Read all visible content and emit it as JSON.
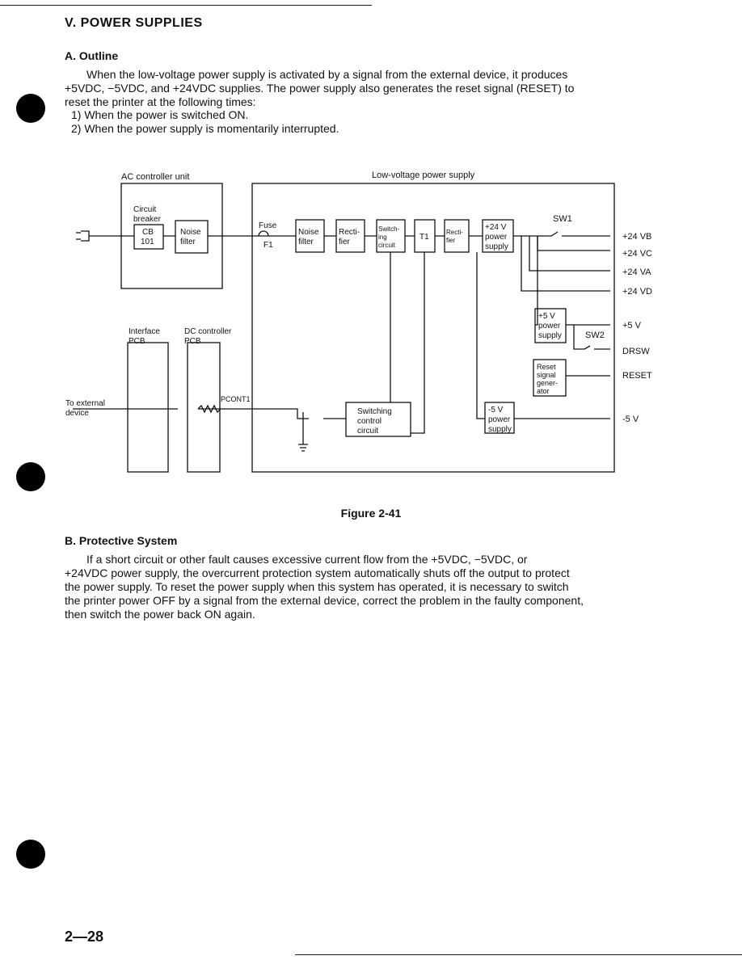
{
  "section_title": "V.   POWER SUPPLIES",
  "outline": {
    "heading": "A.  Outline",
    "lines": [
      "When the low-voltage power supply is activated by a signal from the external device, it produces",
      "+5VDC, −5VDC, and +24VDC supplies. The power supply also generates the reset signal (RESET) to",
      "reset the printer at the following times:"
    ],
    "items": [
      "1) When the power is switched ON.",
      "2) When the power supply is momentarily interrupted."
    ]
  },
  "figure": {
    "caption": "Figure 2-41",
    "labels": {
      "ac_unit": "AC controller unit",
      "lv_supply": "Low-voltage power supply",
      "circuit_breaker_1": "Circuit",
      "circuit_breaker_2": "breaker",
      "cb_1": "CB",
      "cb_2": "101",
      "noise_filter_ac_1": "Noise",
      "noise_filter_ac_2": "filter",
      "fuse": "Fuse",
      "f1": "F1",
      "noise_filter_1": "Noise",
      "noise_filter_2": "filter",
      "rectifier1_1": "Recti-",
      "rectifier1_2": "fier",
      "switching_1": "Switch-",
      "switching_2": "ing",
      "switching_3": "circuit",
      "t1": "T1",
      "rectifier2_1": "Recti-",
      "rectifier2_2": "fier",
      "p24_1": "+24 V",
      "p24_2": "power",
      "p24_3": "supply",
      "sw1": "SW1",
      "out_vb": "+24 VB",
      "out_vc": "+24 VC",
      "out_va": "+24 VA",
      "out_vd": "+24 VD",
      "p5_1": "+5 V",
      "p5_2": "power",
      "p5_3": "supply",
      "out_5v": "+5 V",
      "sw2": "SW2",
      "out_drsw": "DRSW",
      "reset_1": "Reset",
      "reset_2": "signal",
      "reset_3": "gener-",
      "reset_4": "ator",
      "out_reset": "RESET",
      "m5_1": "-5 V",
      "m5_2": "power",
      "m5_3": "supply",
      "out_m5v": "-5 V",
      "interface_1": "Interface",
      "interface_2": "PCB",
      "dc_1": "DC controller",
      "dc_2": "PCB",
      "pcont": "PCONT1",
      "ext_1": "To external",
      "ext_2": "device",
      "swctl_1": "Switching",
      "swctl_2": "control",
      "swctl_3": "circuit"
    }
  },
  "protective": {
    "heading": "B.  Protective System",
    "lines": [
      "If a short circuit or other fault causes excessive current flow from the +5VDC, −5VDC, or",
      "+24VDC power supply, the overcurrent protection system automatically shuts off the output to protect",
      "the power supply. To reset the power supply when this system has operated, it is necessary to switch",
      "the printer power OFF by a signal from the external device, correct the problem in the faulty component,",
      "then switch the power back ON again."
    ]
  },
  "page_number": "2—28"
}
